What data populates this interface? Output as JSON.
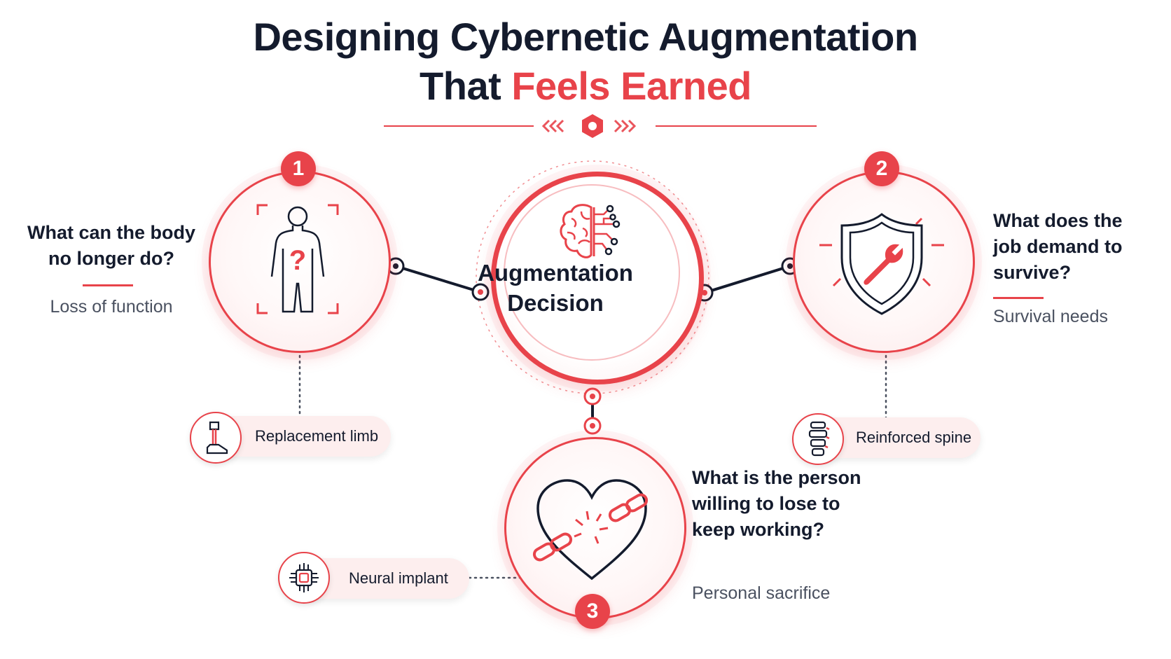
{
  "title": {
    "line1": "Designing Cybernetic Augmentation",
    "line2_plain": "That",
    "line2_accent": "Feels Earned"
  },
  "colors": {
    "accent": "#e8434a",
    "ink": "#141b2d",
    "muted": "#4a5160",
    "pill_bg": "#fdeeee"
  },
  "center": {
    "label": "Augmentation Decision",
    "icon": "brain-circuit-icon"
  },
  "steps": [
    {
      "number": "1",
      "question": "What can the body no longer do?",
      "subtitle": "Loss of function",
      "icon": "body-question-icon",
      "example": {
        "label": "Replacement limb",
        "icon": "prosthetic-leg-icon"
      }
    },
    {
      "number": "2",
      "question": "What does the job demand to survive?",
      "subtitle": "Survival needs",
      "icon": "shield-wrench-icon",
      "example": {
        "label": "Reinforced spine",
        "icon": "spine-icon"
      }
    },
    {
      "number": "3",
      "question": "What is the person willing to lose to keep working?",
      "subtitle": "Personal sacrifice",
      "icon": "heart-chain-icon",
      "example": {
        "label": "Neural implant",
        "icon": "chip-icon"
      }
    }
  ]
}
